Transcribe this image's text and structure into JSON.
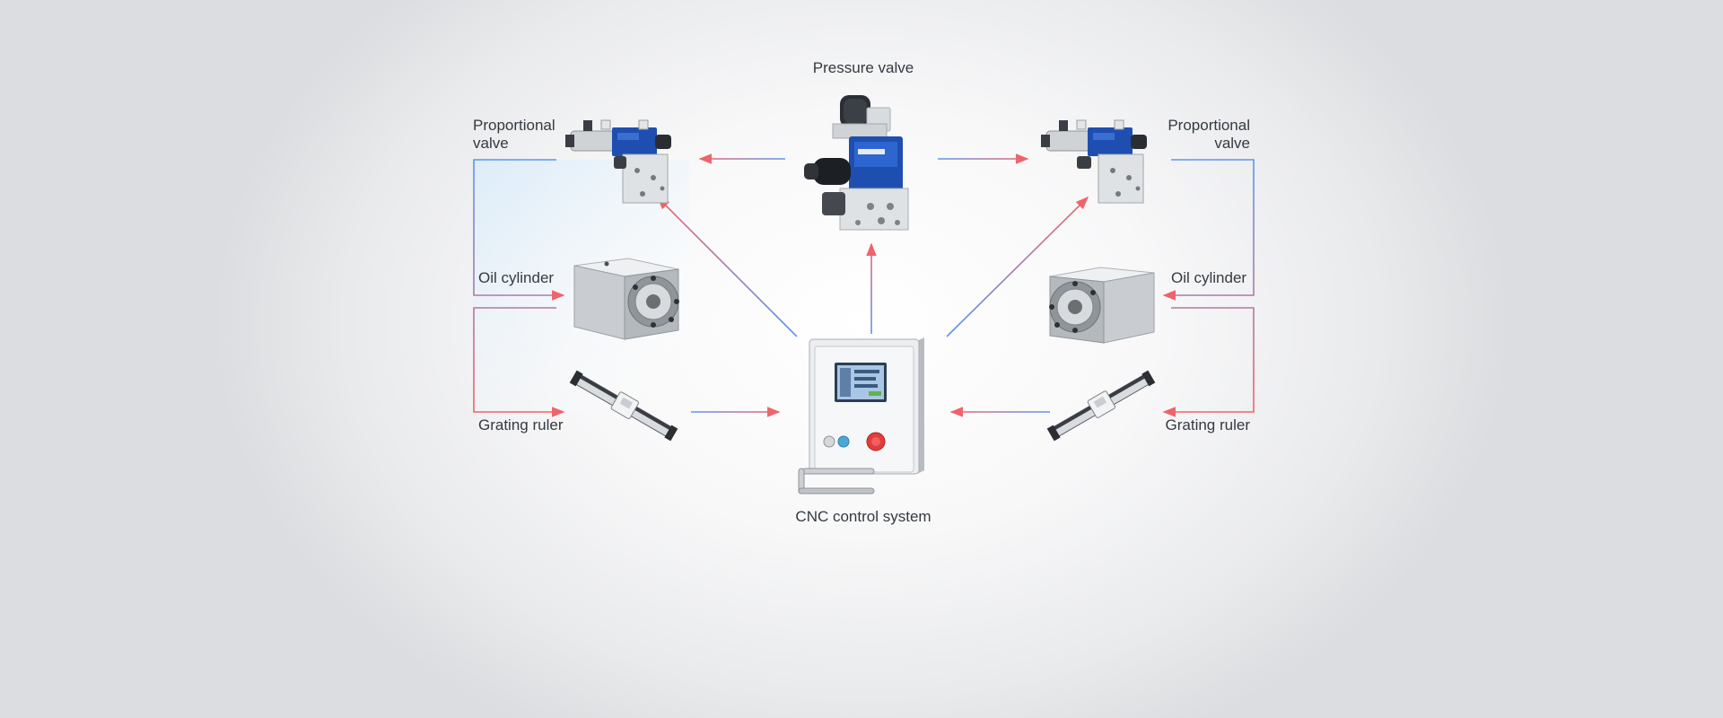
{
  "colors": {
    "red_arrow": "#f0636a",
    "blue_arrow": "#5b95f0",
    "valve_blue": "#1e4fb0",
    "metal_light": "#e6e8ea",
    "metal_dark": "#8e9296"
  },
  "nodes": {
    "pressure_valve": {
      "label": "Pressure valve",
      "icon": "pressure-valve-icon"
    },
    "proportional_valve_left": {
      "label": "Proportional valve",
      "icon": "proportional-valve-icon"
    },
    "proportional_valve_right": {
      "label": "Proportional valve",
      "icon": "proportional-valve-icon"
    },
    "oil_cylinder_left": {
      "label": "Oil cylinder",
      "icon": "oil-cylinder-icon"
    },
    "oil_cylinder_right": {
      "label": "Oil cylinder",
      "icon": "oil-cylinder-icon"
    },
    "grating_ruler_left": {
      "label": "Grating ruler",
      "icon": "grating-ruler-icon"
    },
    "grating_ruler_right": {
      "label": "Grating ruler",
      "icon": "grating-ruler-icon"
    },
    "cnc_control_system": {
      "label": "CNC control system",
      "icon": "cnc-control-panel-icon"
    }
  },
  "edges": [
    {
      "from": "cnc_control_system",
      "to": "pressure_valve"
    },
    {
      "from": "cnc_control_system",
      "to": "proportional_valve_left"
    },
    {
      "from": "cnc_control_system",
      "to": "proportional_valve_right"
    },
    {
      "from": "pressure_valve",
      "to": "proportional_valve_left"
    },
    {
      "from": "pressure_valve",
      "to": "proportional_valve_right"
    },
    {
      "from": "proportional_valve_left",
      "to": "oil_cylinder_left"
    },
    {
      "from": "oil_cylinder_left",
      "to": "grating_ruler_left"
    },
    {
      "from": "grating_ruler_left",
      "to": "cnc_control_system"
    },
    {
      "from": "proportional_valve_right",
      "to": "oil_cylinder_right"
    },
    {
      "from": "oil_cylinder_right",
      "to": "grating_ruler_right"
    },
    {
      "from": "grating_ruler_right",
      "to": "cnc_control_system"
    }
  ]
}
